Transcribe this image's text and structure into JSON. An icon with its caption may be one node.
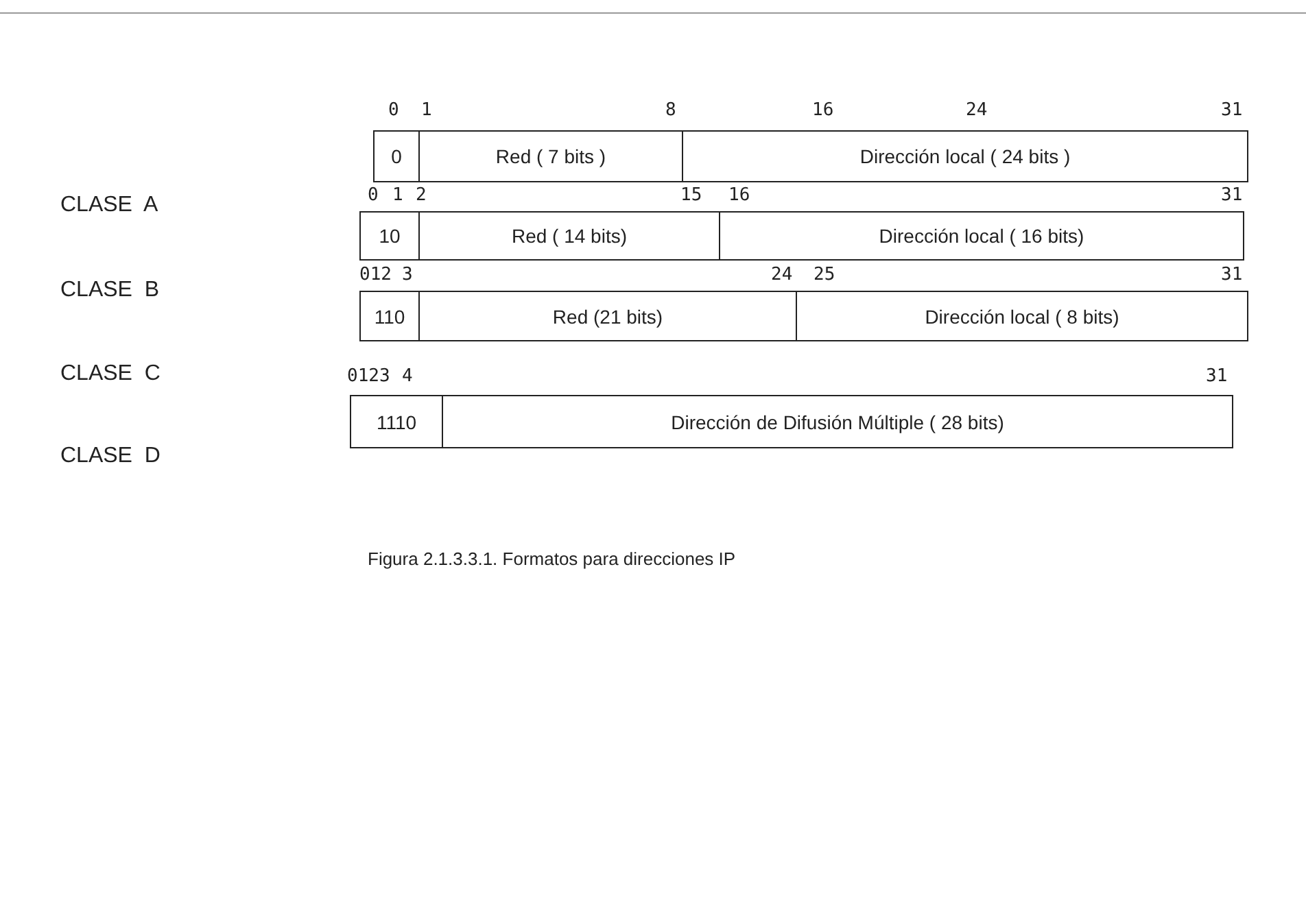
{
  "diagram": {
    "caption": "Figura 2.1.3.3.1. Formatos para direcciones IP",
    "nodes": [
      {
        "text": [
          "0"
        ]
      },
      {
        "text": [
          "Red ( 7 bits )"
        ]
      },
      {
        "text": [
          "Dirección local ( 24 bits )"
        ]
      },
      {
        "text": [
          "10"
        ]
      },
      {
        "text": [
          "Red ( 14 bits)"
        ]
      },
      {
        "text": [
          "Dirección local ( 16 bits)"
        ]
      },
      {
        "text": [
          "110"
        ]
      },
      {
        "text": [
          "Red (21 bits)"
        ]
      },
      {
        "text": [
          "Dirección local ( 8 bits)"
        ]
      },
      {
        "text": [
          "1110"
        ]
      },
      {
        "text": [
          "Dirección de Difusión Múltiple ( 28 bits)"
        ]
      }
    ],
    "labels": [
      "0",
      "1",
      "8",
      "16",
      "24",
      "31",
      "CLASE  A",
      "0",
      "1",
      "2",
      "15",
      "16",
      "31",
      "CLASE  B",
      "012",
      "3",
      "24",
      "25",
      "31",
      "CLASE  C",
      "0123",
      "4",
      "31",
      "CLASE  D"
    ]
  }
}
